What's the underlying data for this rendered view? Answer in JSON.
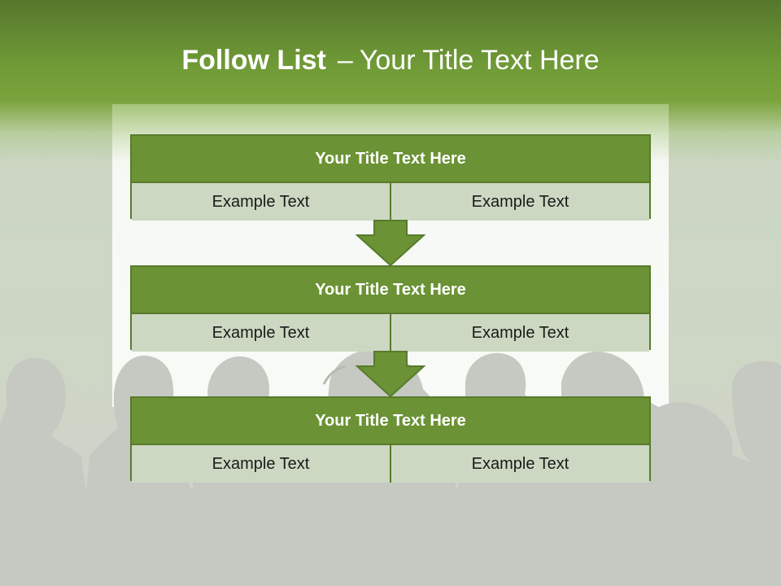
{
  "header": {
    "title_bold": "Follow List",
    "title_dash": "–",
    "title_rest": "Your Title Text Here"
  },
  "blocks": [
    {
      "title": "Your Title Text Here",
      "cells": [
        "Example Text",
        "Example Text"
      ]
    },
    {
      "title": "Your Title Text Here",
      "cells": [
        "Example Text",
        "Example Text"
      ]
    },
    {
      "title": "Your Title Text Here",
      "cells": [
        "Example Text",
        "Example Text"
      ]
    }
  ],
  "colors": {
    "accent": "#6b9234",
    "accent_dark": "#587b2c",
    "cell_fill": "#cdd8c2",
    "silhouette": "#c5c9c1"
  },
  "icons": [
    "down-arrow-icon",
    "audience-silhouette"
  ]
}
